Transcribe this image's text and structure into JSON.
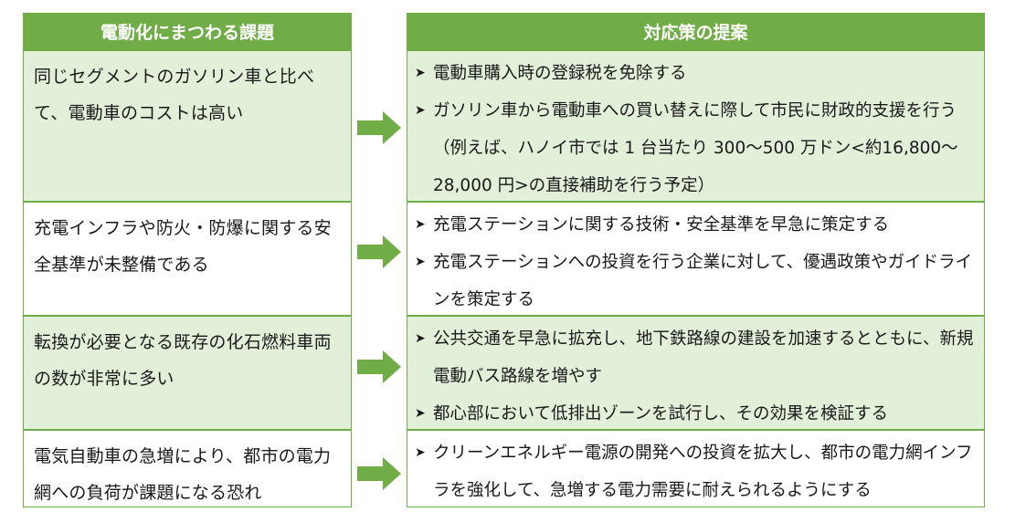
{
  "headers": {
    "issues": "電動化にまつわる課題",
    "proposals": "対応策の提案"
  },
  "rows": [
    {
      "issue": "同じセグメントのガソリン車と比べて、電動車のコストは高い",
      "proposals": [
        "電動車購入時の登録税を免除する",
        "ガソリン車から電動車への買い替えに際して市民に財政的支援を行う（例えば、ハノイ市では 1 台当たり 300～500 万ドン<約16,800～28,000 円>の直接補助を行う予定）"
      ]
    },
    {
      "issue": "充電インフラや防火・防爆に関する安全基準が未整備である",
      "proposals": [
        "充電ステーションに関する技術・安全基準を早急に策定する",
        "充電ステーションへの投資を行う企業に対して、優遇政策やガイドラインを策定する"
      ]
    },
    {
      "issue": "転換が必要となる既存の化石燃料車両の数が非常に多い",
      "proposals": [
        "公共交通を早急に拡充し、地下鉄路線の建設を加速するとともに、新規電動バス路線を増やす",
        "都心部において低排出ゾーンを試行し、その効果を検証する"
      ]
    },
    {
      "issue": "電気自動車の急増により、都市の電力網への負荷が課題になる恐れ",
      "proposals": [
        "クリーンエネルギー電源の開発への投資を拡大し、都市の電力網インフラを強化して、急増する電力需要に耐えられるようにする"
      ]
    }
  ],
  "colors": {
    "header_bg": "#70ad47",
    "shaded_bg": "#e2efd9",
    "border": "#70ad47",
    "arrow": "#70ad47"
  },
  "icons": {
    "bullet": "arrowhead-bullet-icon",
    "connector": "right-arrow-icon"
  }
}
